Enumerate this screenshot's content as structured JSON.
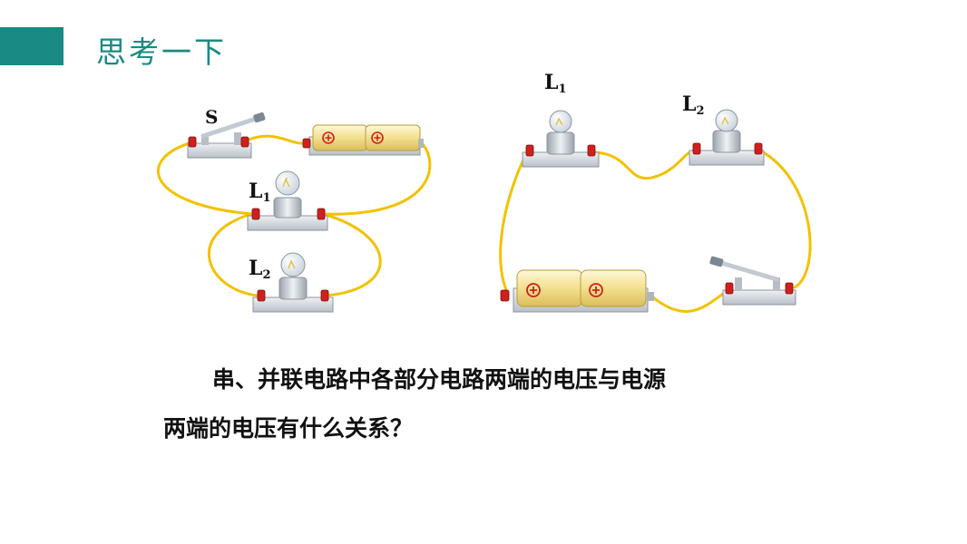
{
  "slide": {
    "title": "思考一下",
    "question_line1": "串、并联电路中各部分电路两端的电压与电源",
    "question_line2": "两端的电压有什么关系？"
  },
  "diagram": {
    "parallel_circuit": {
      "switch_label": "S",
      "lamp1_label": "L",
      "lamp1_sub": "1",
      "lamp2_label": "L",
      "lamp2_sub": "2"
    },
    "series_circuit": {
      "lamp1_label": "L",
      "lamp1_sub": "1",
      "lamp2_label": "L",
      "lamp2_sub": "2"
    }
  },
  "colors": {
    "accent": "#1a8a84",
    "wire": "#f2c200",
    "battery": "#f7e7a6",
    "terminal": "#d0201e",
    "base": "#d9dde2"
  }
}
